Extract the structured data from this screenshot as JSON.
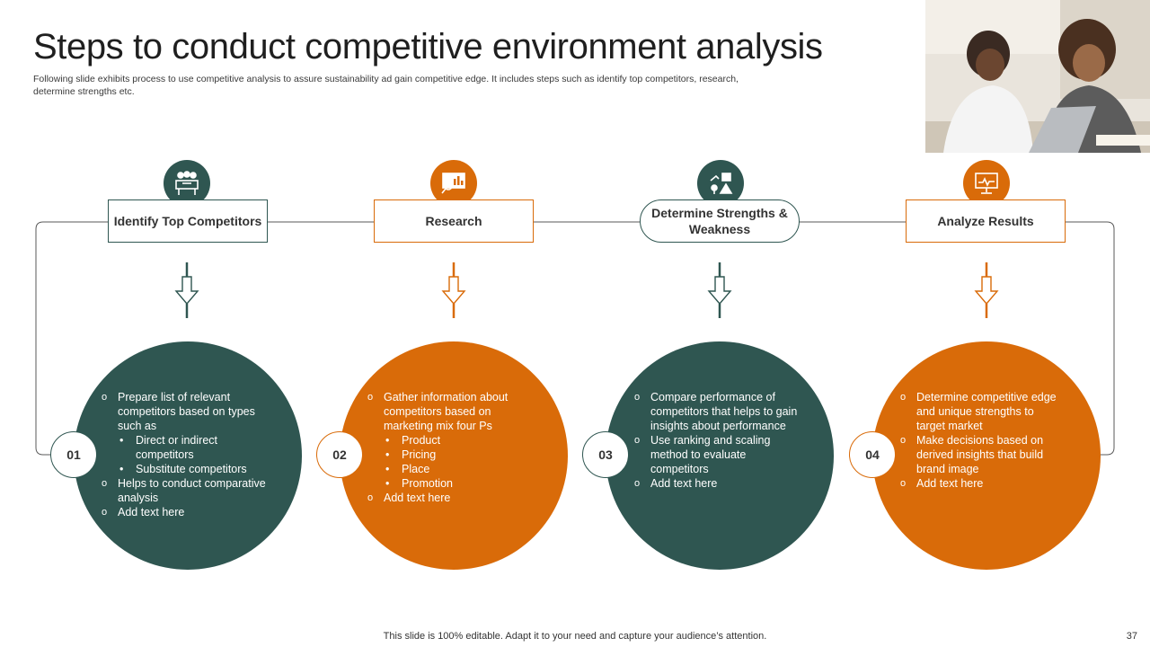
{
  "title": "Steps to conduct competitive environment analysis",
  "subtitle": "Following slide exhibits process to use competitive analysis to assure sustainability ad gain competitive edge. It includes steps such as identify top competitors, research, determine strengths etc.",
  "colors": {
    "teal": "#2f5651",
    "orange": "#d96b09",
    "line": "#555555"
  },
  "steps": [
    {
      "label": "Identify Top Competitors",
      "number": "01",
      "icon": "meeting-presentation-icon",
      "items": [
        {
          "t": "Prepare list of relevant competitors based on types such as",
          "sub": [
            "Direct or indirect competitors",
            "Substitute competitors"
          ]
        },
        {
          "t": "Helps to conduct comparative analysis"
        },
        {
          "t": "Add text here"
        }
      ]
    },
    {
      "label": "Research",
      "number": "02",
      "icon": "analytics-search-icon",
      "items": [
        {
          "t": "Gather information about competitors based on marketing mix four Ps",
          "sub": [
            "Product",
            "Pricing",
            "Place",
            "Promotion"
          ]
        },
        {
          "t": "Add text here"
        }
      ]
    },
    {
      "label": "Determine Strengths & Weakness",
      "number": "03",
      "icon": "swot-icon",
      "items": [
        {
          "t": "Compare performance of competitors that helps to gain insights about performance"
        },
        {
          "t": "Use ranking and scaling method to evaluate competitors"
        },
        {
          "t": "Add text here"
        }
      ]
    },
    {
      "label": "Analyze Results",
      "number": "04",
      "icon": "monitor-analysis-icon",
      "items": [
        {
          "t": "Determine competitive edge and unique strengths to target market"
        },
        {
          "t": "Make decisions based on derived insights that build brand image"
        },
        {
          "t": "Add text here"
        }
      ]
    }
  ],
  "footer": "This slide is 100% editable. Adapt it to your need and capture your audience’s attention.",
  "page_number": "37"
}
